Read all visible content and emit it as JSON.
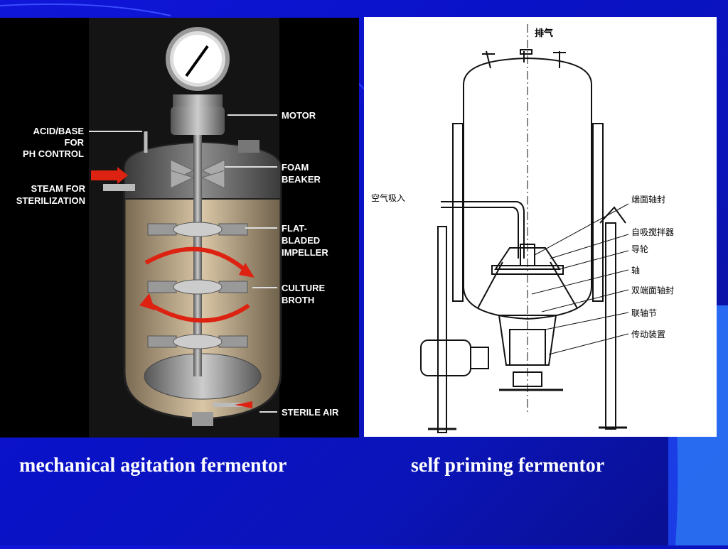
{
  "left_diagram": {
    "labels": {
      "acid_base": [
        "ACID/BASE",
        "FOR",
        "PH CONTROL"
      ],
      "steam": [
        "STEAM FOR",
        "STERILIZATION"
      ],
      "motor": "MOTOR",
      "foam_beaker": [
        "FOAM",
        "BEAKER"
      ],
      "impeller": [
        "FLAT-",
        "BLADED",
        "IMPELLER"
      ],
      "culture_broth": [
        "CULTURE",
        "BROTH"
      ],
      "sterile_air": "STERILE AIR"
    }
  },
  "right_diagram": {
    "labels": {
      "exhaust": "排气",
      "air_inlet": "空气吸入",
      "end_face_seal": "端面轴封",
      "self_priming_agitator": "自吸搅拌器",
      "guide_wheel": "导轮",
      "shaft": "轴",
      "double_end_face_seal": "双端面轴封",
      "coupling": "联轴节",
      "transmission": "传动装置"
    }
  },
  "captions": {
    "left": "mechanical agitation fermentor",
    "right": "self priming fermentor"
  }
}
